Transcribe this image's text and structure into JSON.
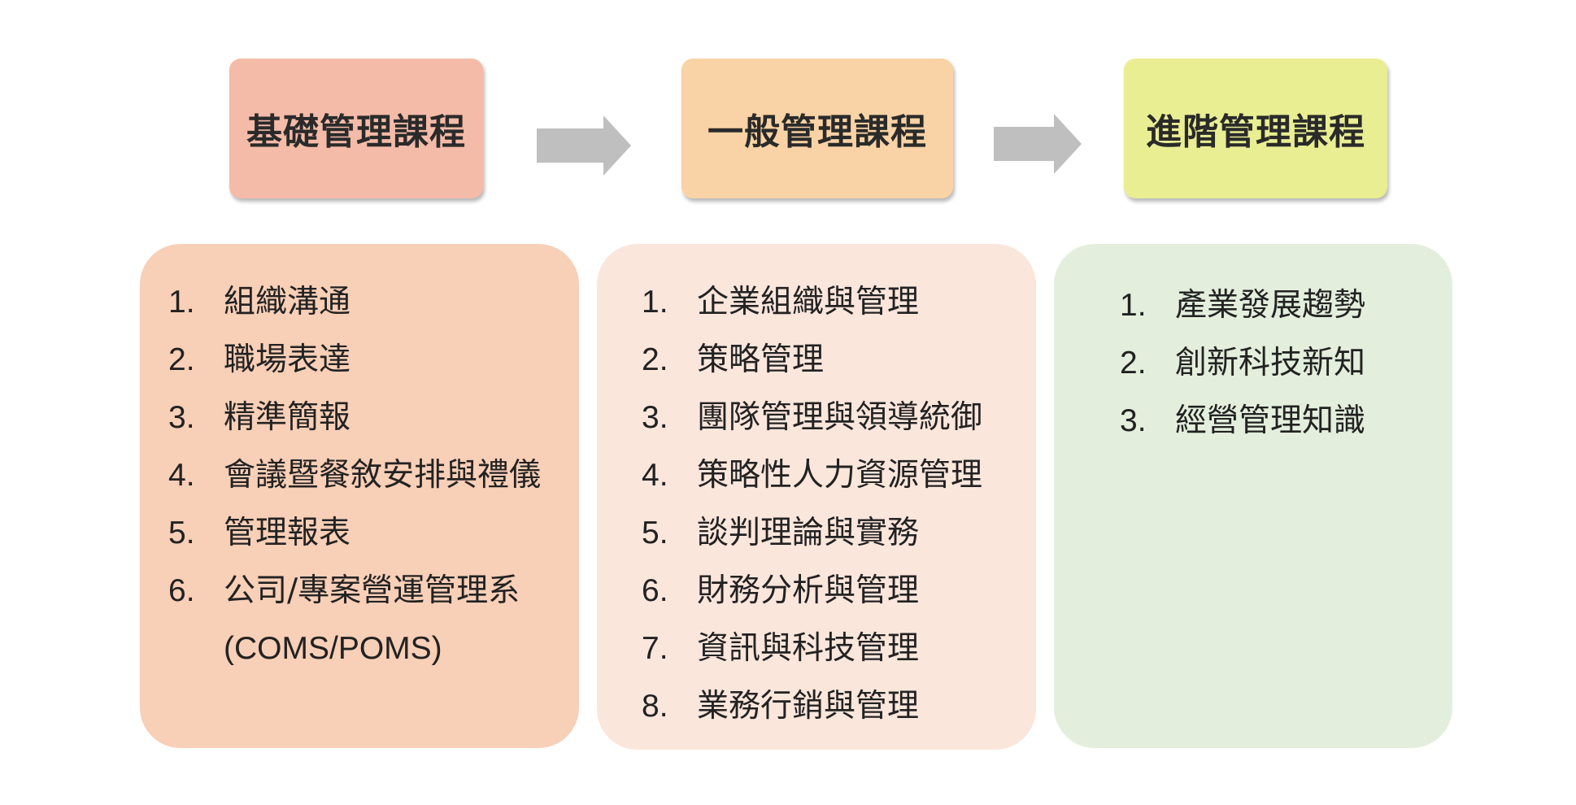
{
  "stages": [
    {
      "title": "基礎管理課程",
      "header_color": "#f4bba8",
      "box_color": "#f8cfb7",
      "items": [
        {
          "num": "1.",
          "text": "組織溝通"
        },
        {
          "num": "2.",
          "text": "職場表達"
        },
        {
          "num": "3.",
          "text": "精準簡報"
        },
        {
          "num": "4.",
          "text": "會議暨餐敘安排與禮儀"
        },
        {
          "num": "5.",
          "text": "管理報表"
        },
        {
          "num": "6.",
          "text": "公司/專案營運管理系"
        },
        {
          "num": "",
          "text": "(COMS/POMS)"
        }
      ]
    },
    {
      "title": "一般管理課程",
      "header_color": "#f9d3a5",
      "box_color": "#fbe6dc",
      "items": [
        {
          "num": "1.",
          "text": "企業組織與管理"
        },
        {
          "num": "2.",
          "text": "策略管理"
        },
        {
          "num": "3.",
          "text": "團隊管理與領導統御"
        },
        {
          "num": "4.",
          "text": "策略性人力資源管理"
        },
        {
          "num": "5.",
          "text": "談判理論與實務"
        },
        {
          "num": "6.",
          "text": "財務分析與管理"
        },
        {
          "num": "7.",
          "text": "資訊與科技管理"
        },
        {
          "num": "8.",
          "text": "業務行銷與管理"
        }
      ]
    },
    {
      "title": "進階管理課程",
      "header_color": "#e9ee93",
      "box_color": "#e3efdc",
      "items": [
        {
          "num": "1.",
          "text": "產業發展趨勢"
        },
        {
          "num": "2.",
          "text": "創新科技新知"
        },
        {
          "num": "3.",
          "text": "經營管理知識"
        }
      ]
    }
  ],
  "arrow_color": "#bfbfbf"
}
